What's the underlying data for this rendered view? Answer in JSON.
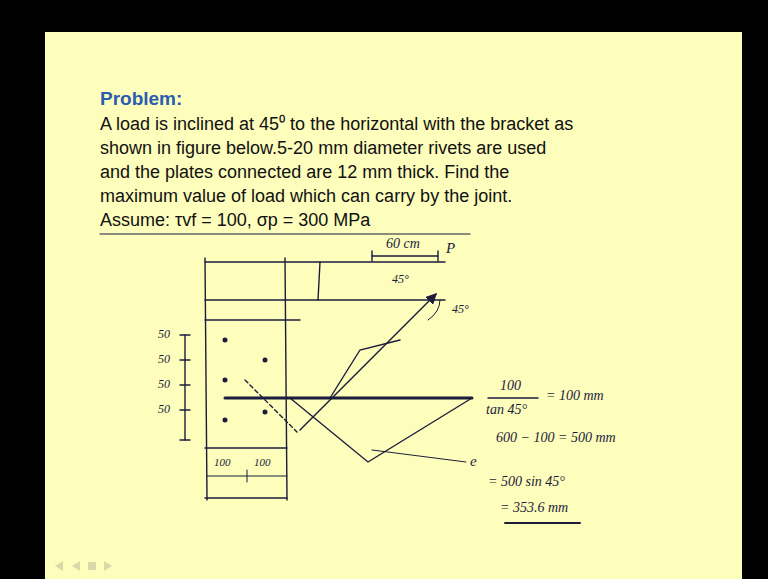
{
  "diagram": {
    "title": "Problem:",
    "labels": [
      "A load is inclined at 45⁰ to the horizontal with the bracket as shown in figure below.5-20 mm diameter rivets are used and the plates connected are 12 mm thick. Find the maximum value of load which can carry by the joint. Assume: τvf = 100, σp = 300 MPa",
      "60 cm",
      "P",
      "45°",
      "45°",
      "50",
      "50",
      "50",
      "50",
      "100",
      "100",
      "e",
      "100",
      "tan 45°",
      "= 100 mm",
      "600 − 100 = 500 mm",
      "= 500 sin 45°",
      "= 353.6 mm"
    ]
  }
}
